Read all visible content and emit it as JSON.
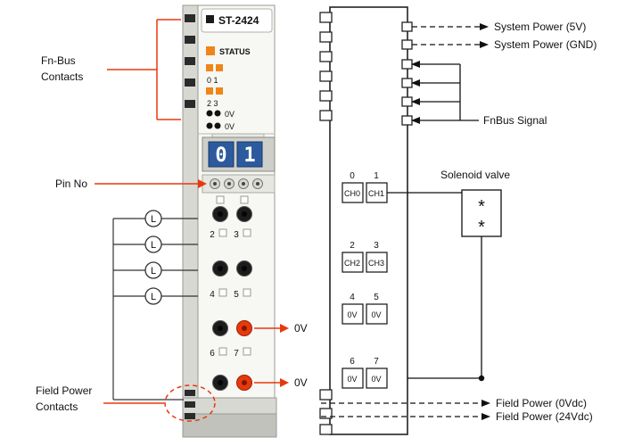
{
  "left": {
    "model": "ST-2424",
    "status_label": "STATUS",
    "led_row_01": "0 1",
    "led_row_23": "2 3",
    "led_ov_1": "0V",
    "led_ov_2": "0V",
    "display_digit_1": "0",
    "display_digit_2": "1",
    "fnbus_label_1": "Fn-Bus",
    "fnbus_label_2": "Contacts",
    "pin_no_label": "Pin No",
    "load_labels": [
      "L",
      "L",
      "L",
      "L"
    ],
    "pin_numbers": [
      "2",
      "3",
      "4",
      "5",
      "6",
      "7"
    ],
    "ov_output_1": "0V",
    "ov_output_2": "0V",
    "field_power_label_1": "Field Power",
    "field_power_label_2": "Contacts"
  },
  "right": {
    "system_power_5v": "System Power (5V)",
    "system_power_gnd": "System Power (GND)",
    "fnbus_signal": "FnBus Signal",
    "solenoid_valve": "Solenoid valve",
    "solenoid_mark_1": "*",
    "solenoid_mark_2": "*",
    "channels": [
      {
        "pin": "0",
        "label": "CH0"
      },
      {
        "pin": "1",
        "label": "CH1"
      },
      {
        "pin": "2",
        "label": "CH2"
      },
      {
        "pin": "3",
        "label": "CH3"
      },
      {
        "pin": "4",
        "label": "0V"
      },
      {
        "pin": "5",
        "label": "0V"
      },
      {
        "pin": "6",
        "label": "0V"
      },
      {
        "pin": "7",
        "label": "0V"
      }
    ],
    "field_power_0v": "Field Power (0Vdc)",
    "field_power_24v": "Field Power (24Vdc)"
  },
  "colors": {
    "accent_red": "#e8380d",
    "led_orange": "#f08519",
    "display_blue": "#2c5a9e"
  }
}
